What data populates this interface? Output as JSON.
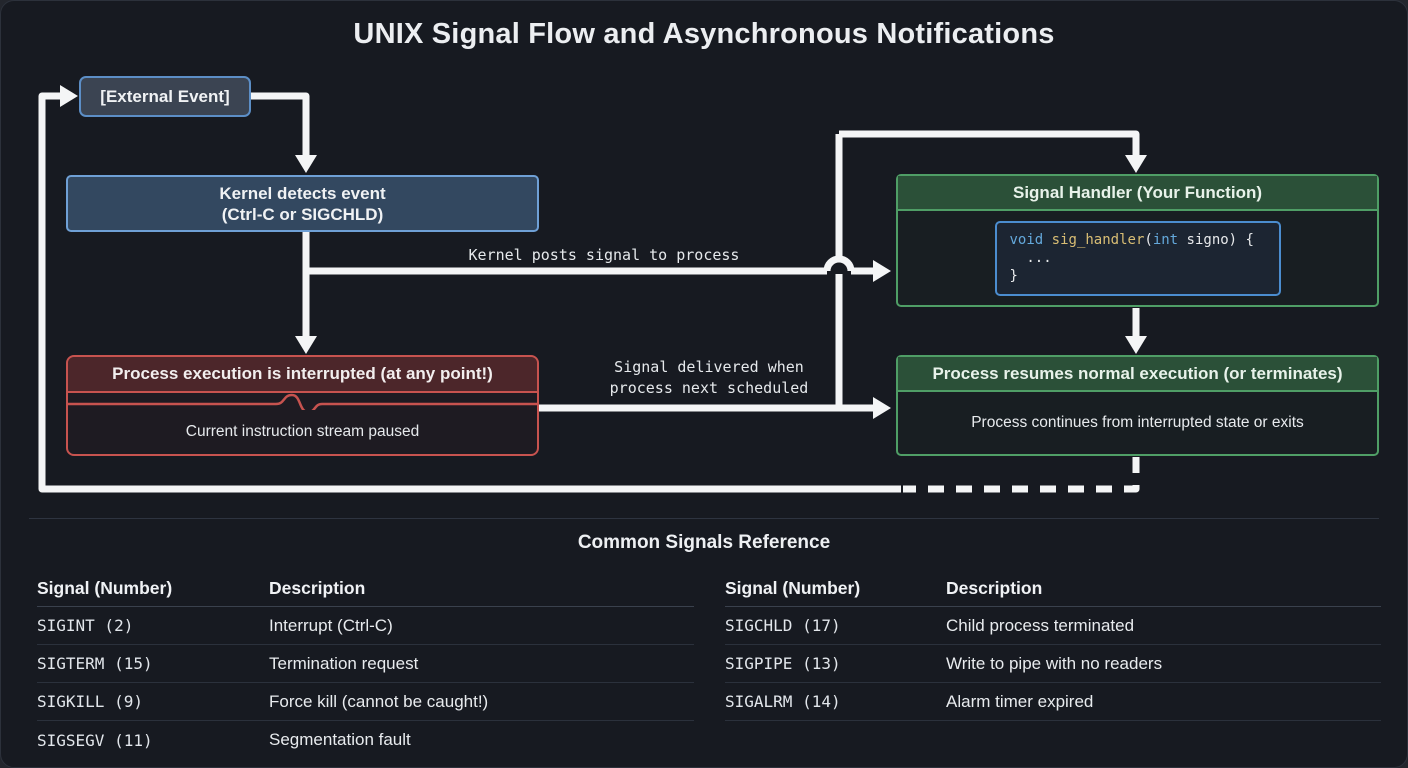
{
  "title": "UNIX Signal Flow and Asynchronous Notifications",
  "colors": {
    "panel_bg": "#171a21",
    "arrow": "#f4f5f6",
    "blue_border": "#6fa0d6",
    "red_accent": "#c7534f",
    "green_accent": "#4f9e66",
    "code_keyword": "#64a9dc",
    "code_function": "#d9be74"
  },
  "flow": {
    "external_event": "[External Event]",
    "kernel_line1": "Kernel detects event",
    "kernel_line2": "(Ctrl-C or SIGCHLD)",
    "interrupted_header": "Process execution is interrupted (at any point!)",
    "interrupted_body": "Current instruction stream paused",
    "handler_header": "Signal Handler (Your Function)",
    "resumes_header": "Process resumes normal execution (or terminates)",
    "resumes_body": "Process continues from interrupted state or exits",
    "label_kernel_posts": "Kernel posts signal to process",
    "label_delivered_line1": "Signal delivered when",
    "label_delivered_line2": "process next scheduled",
    "code": {
      "kw_void": "void",
      "sp1": " ",
      "fn": "sig_handler",
      "paren": "(",
      "kw_int": "int",
      "rest": " signo) {",
      "line2": "  ...",
      "line3": "}"
    }
  },
  "reference": {
    "title": "Common Signals Reference",
    "col_signal": "Signal (Number)",
    "col_desc": "Description",
    "left_rows": [
      {
        "signal": "SIGINT (2)",
        "desc": "Interrupt (Ctrl-C)"
      },
      {
        "signal": "SIGTERM (15)",
        "desc": "Termination request"
      },
      {
        "signal": "SIGKILL (9)",
        "desc": "Force kill (cannot be caught!)"
      },
      {
        "signal": "SIGSEGV (11)",
        "desc": "Segmentation fault"
      }
    ],
    "right_rows": [
      {
        "signal": "SIGCHLD (17)",
        "desc": "Child process terminated"
      },
      {
        "signal": "SIGPIPE (13)",
        "desc": "Write to pipe with no readers"
      },
      {
        "signal": "SIGALRM (14)",
        "desc": "Alarm timer expired"
      }
    ]
  }
}
